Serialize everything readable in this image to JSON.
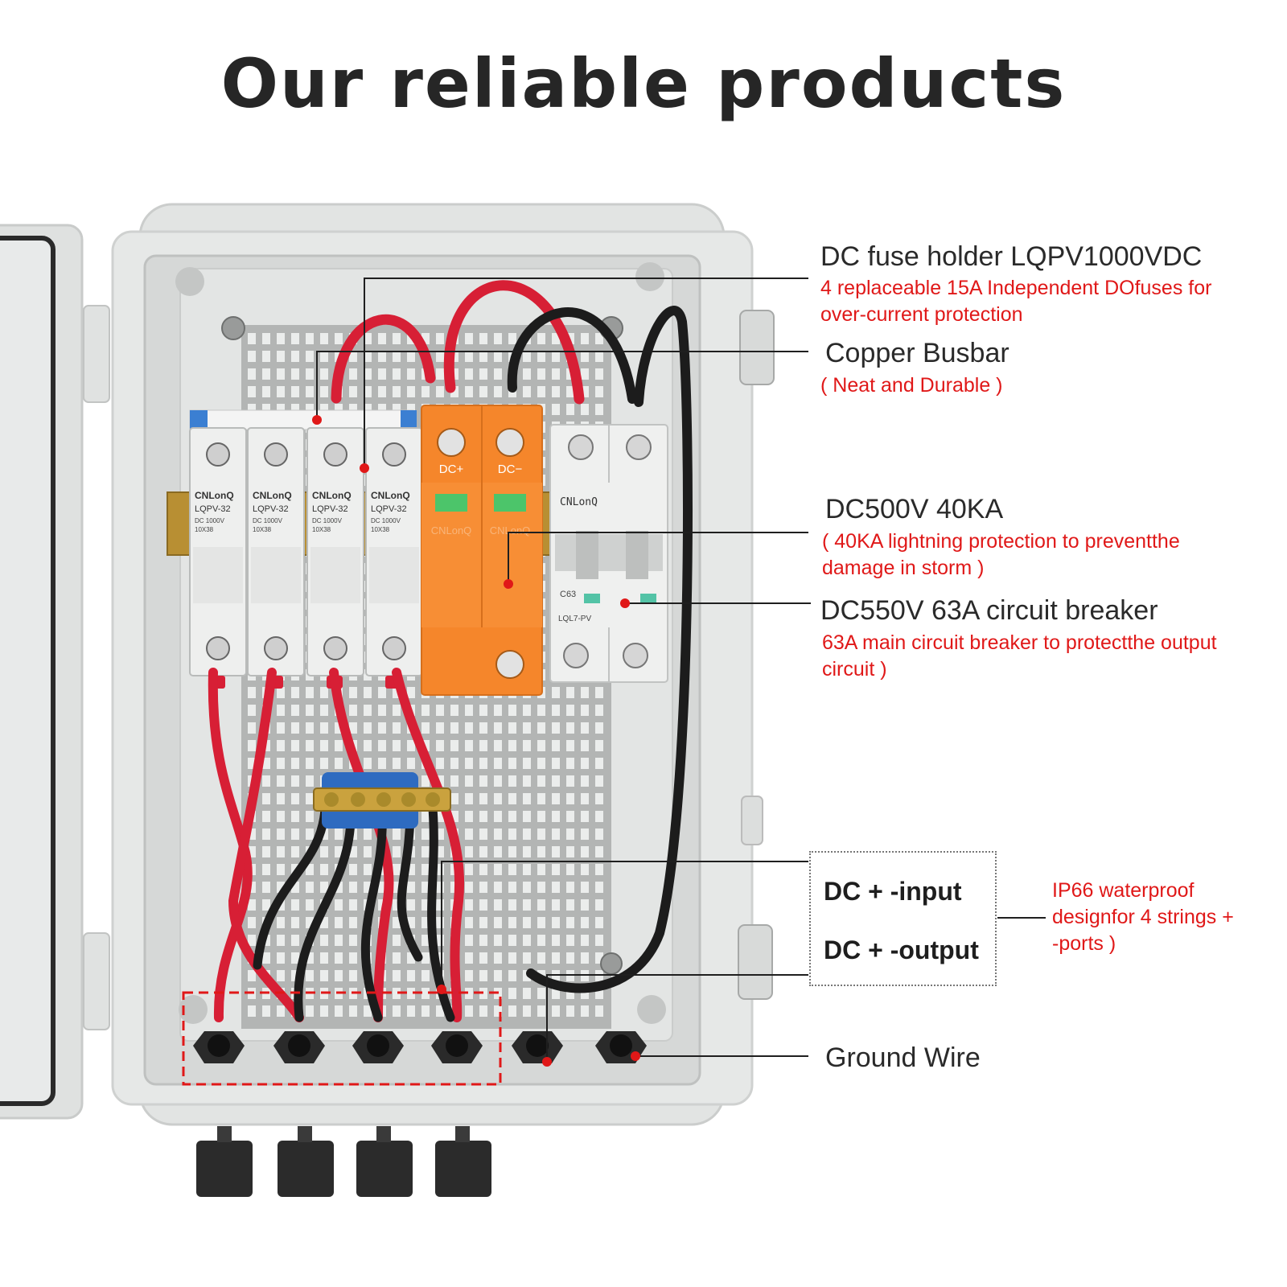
{
  "title": "Our reliable products",
  "components": [
    {
      "name": "DC fuse holder LQPV1000VDC",
      "desc": [
        "4 replaceable 15A Independent DOfuses for",
        "over-current protection"
      ]
    },
    {
      "name": "Copper Busbar",
      "desc": [
        "( Neat and Durable )"
      ]
    },
    {
      "name": "DC500V 40KA",
      "desc": [
        "( 40KA lightning protection to preventthe",
        "damage in storm )"
      ]
    },
    {
      "name": "DC550V 63A circuit breaker",
      "desc": [
        "63A main circuit breaker to protectthe output",
        "circuit )"
      ]
    },
    {
      "name": "Ground Wire"
    }
  ],
  "ports": {
    "input": "DC + -input",
    "output": "DC + -output",
    "desc": [
      "IP66 waterproof",
      "designfor 4 strings +",
      "-ports )"
    ]
  },
  "markings": {
    "fuse_brand": "CNLonQ",
    "fuse_model": "LQPV-32",
    "fuse_rating": "DC 1000V",
    "fuse_size": "10X38",
    "spd_pos": "DC+",
    "spd_neg": "DC−",
    "spd_brand": "CNLonQ",
    "breaker_brand": "CNLonQ",
    "breaker_model": "LQL7-PV",
    "breaker_rating": "C63"
  },
  "colors": {
    "red_wire": "#d71f35",
    "black_wire": "#1c1c1c",
    "enclosure": "#e3e5e4",
    "spd": "#f5862b",
    "callout_red": "#e01818"
  }
}
